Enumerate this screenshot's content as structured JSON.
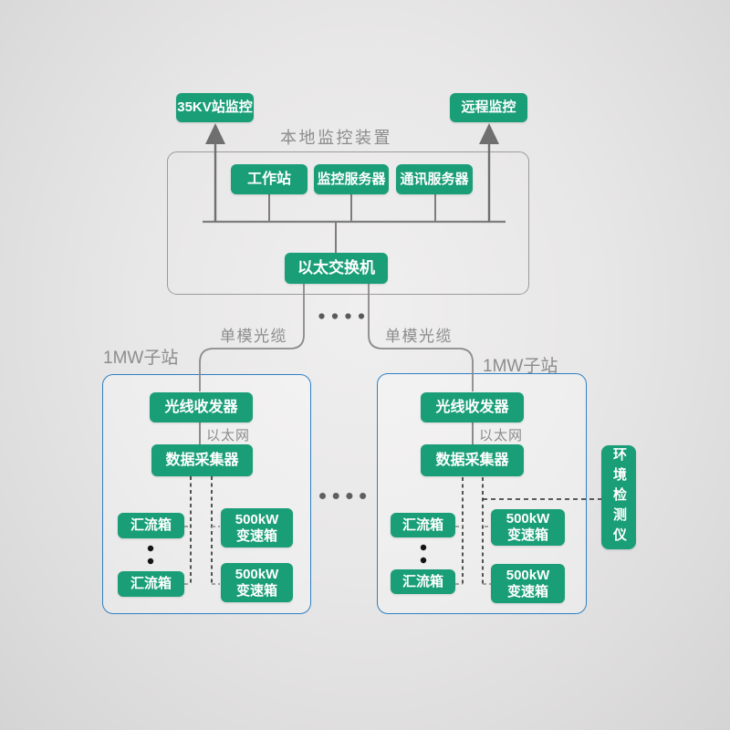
{
  "diagram": {
    "top": {
      "station_monitor": "35KV站监控",
      "remote_monitor": "远程监控",
      "local_device_title": "本地监控装置",
      "workstation": "工作站",
      "monitor_server": "监控服务器",
      "comm_server": "通讯服务器",
      "ethernet_switch": "以太交换机"
    },
    "fiber_label_left": "单模光缆",
    "fiber_label_right": "单模光缆",
    "substation_left": {
      "title": "1MW子站",
      "optical_transceiver": "光线收发器",
      "ethernet_label": "以太网",
      "data_collector": "数据采集器",
      "combiner_box_1": "汇流箱",
      "combiner_box_2": "汇流箱",
      "gearbox_1": {
        "line1": "500kW",
        "line2": "变速箱"
      },
      "gearbox_2": {
        "line1": "500kW",
        "line2": "变速箱"
      }
    },
    "substation_right": {
      "title": "1MW子站",
      "optical_transceiver": "光线收发器",
      "ethernet_label": "以太网",
      "data_collector": "数据采集器",
      "combiner_box_1": "汇流箱",
      "combiner_box_2": "汇流箱",
      "gearbox_1": {
        "line1": "500kW",
        "line2": "变速箱"
      },
      "gearbox_2": {
        "line1": "500kW",
        "line2": "变速箱"
      }
    },
    "env_monitor": "环境检测仪",
    "colors": {
      "node_green": "#1a9e77",
      "substation_border_blue": "#2e7fc4",
      "connector_gray": "#8a8a8a",
      "label_gray": "#8c8c8c",
      "dashed_dark": "#2b2b2b",
      "arrow_gray": "#6f6f6f"
    }
  }
}
